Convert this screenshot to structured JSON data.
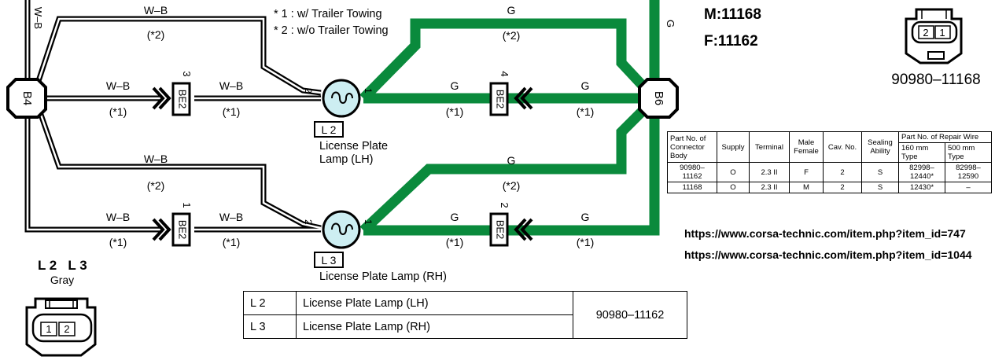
{
  "footnotes": {
    "note1": "* 1 : w/ Trailer Towing",
    "note2": "* 2 : w/o Trailer Towing"
  },
  "connector_codes": {
    "male": "M:11168",
    "female": "F:11162"
  },
  "wires": {
    "wb": "W–B",
    "g": "G",
    "tag1": "(*1)",
    "tag2": "(*2)"
  },
  "connectors": {
    "b4": "B4",
    "b6": "B6",
    "be2": "BE2",
    "pin3": "3",
    "pin4": "4",
    "pin1": "1",
    "pin2": "2"
  },
  "lamps": {
    "l2_code": "L 2",
    "l2_name_line1": "License Plate",
    "l2_name_line2": "Lamp (LH)",
    "l3_code": "L 3",
    "l3_name": "License Plate Lamp (RH)",
    "pin_2": "2",
    "pin_1": "1"
  },
  "top_connector": {
    "pin_left": "2",
    "pin_right": "1",
    "part_number": "90980–11168"
  },
  "bottom_connector": {
    "label": "L 2   L 3",
    "color": "Gray",
    "pin_left": "1",
    "pin_right": "2"
  },
  "repair_table": {
    "headers": {
      "part_no": "Part No. of Connector Body",
      "supply": "Supply",
      "terminal": "Terminal",
      "male_female": "Male Female",
      "cav_no": "Cav. No.",
      "sealing": "Sealing Ability",
      "repair_wire": "Part No. of Repair Wire",
      "wire_160": "160 mm Type",
      "wire_500": "500 mm Type"
    },
    "rows": [
      {
        "part": "90980–11162",
        "supply": "O",
        "terminal": "2.3 II",
        "mf": "F",
        "cav": "2",
        "sealing": "S",
        "w160": "82998–12440*",
        "w500": "82998–12590"
      },
      {
        "part": "11168",
        "supply": "O",
        "terminal": "2.3 II",
        "mf": "M",
        "cav": "2",
        "sealing": "S",
        "w160": "12430*",
        "w500": "–"
      }
    ]
  },
  "urls": [
    "https://www.corsa-technic.com/item.php?item_id=747",
    "https://www.corsa-technic.com/item.php?item_id=1044"
  ],
  "lamp_table": {
    "rows": [
      {
        "code": "L 2",
        "name": "License Plate Lamp (LH)"
      },
      {
        "code": "L 3",
        "name": "License Plate Lamp (RH)"
      }
    ],
    "part_number": "90980–11162"
  },
  "colors": {
    "green_wire": "#0a8a3c",
    "black_wire": "#000000",
    "lamp_fill": "#cdeef2"
  }
}
